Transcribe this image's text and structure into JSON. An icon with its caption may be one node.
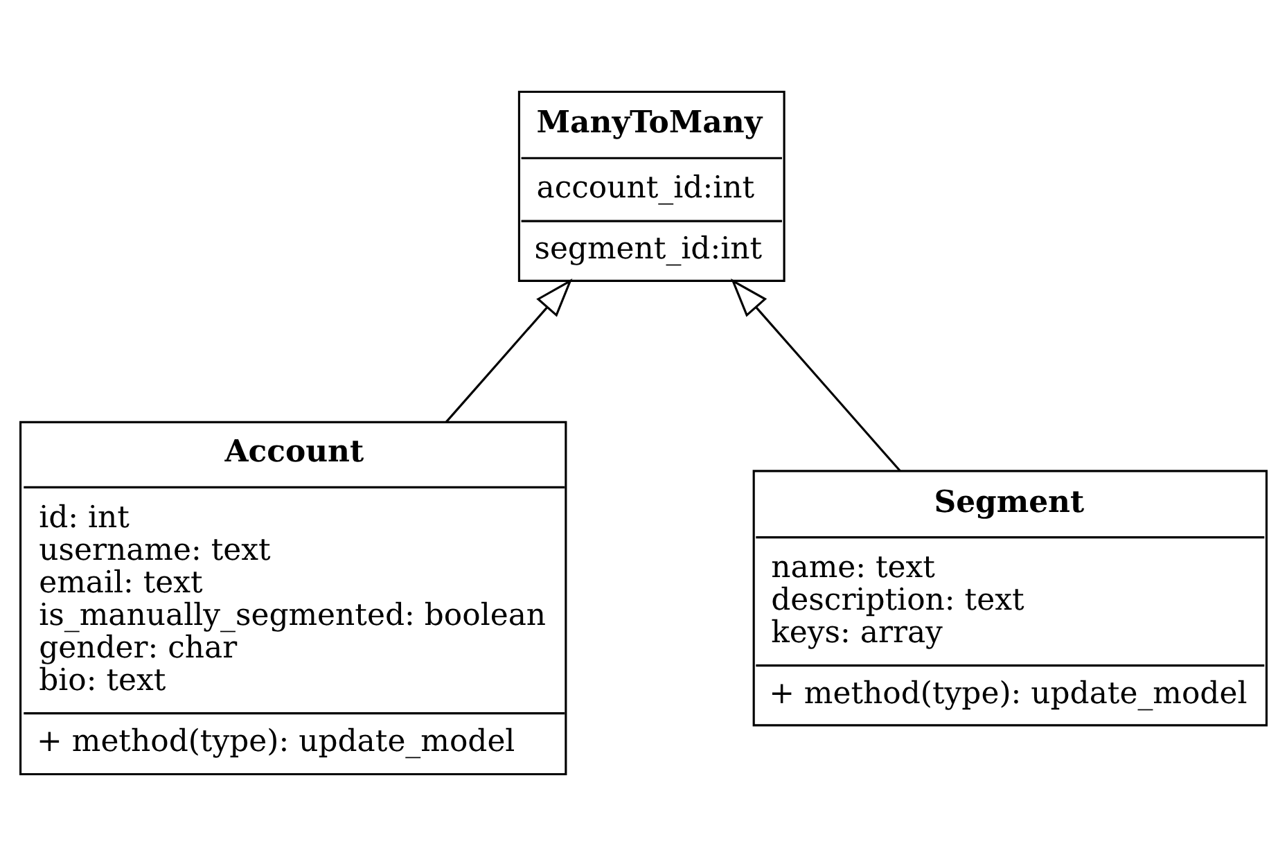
{
  "diagram": {
    "nodes": [
      {
        "text": [
          "ManyToMany",
          "account_id:int",
          "segment_id:int"
        ]
      },
      {
        "text": [
          "Account",
          "id: int",
          "username: text",
          "email: text",
          "is_manually_segmented: boolean",
          "gender: char",
          "bio: text",
          "+ method(type): update_model"
        ]
      },
      {
        "text": [
          "Segment",
          "name: text",
          "description: text",
          "keys: array",
          "+ method(type): update_model"
        ]
      }
    ],
    "edges": [
      {
        "from": 1,
        "to": 0,
        "arrow": "to"
      },
      {
        "from": 2,
        "to": 0,
        "arrow": "to"
      }
    ]
  }
}
